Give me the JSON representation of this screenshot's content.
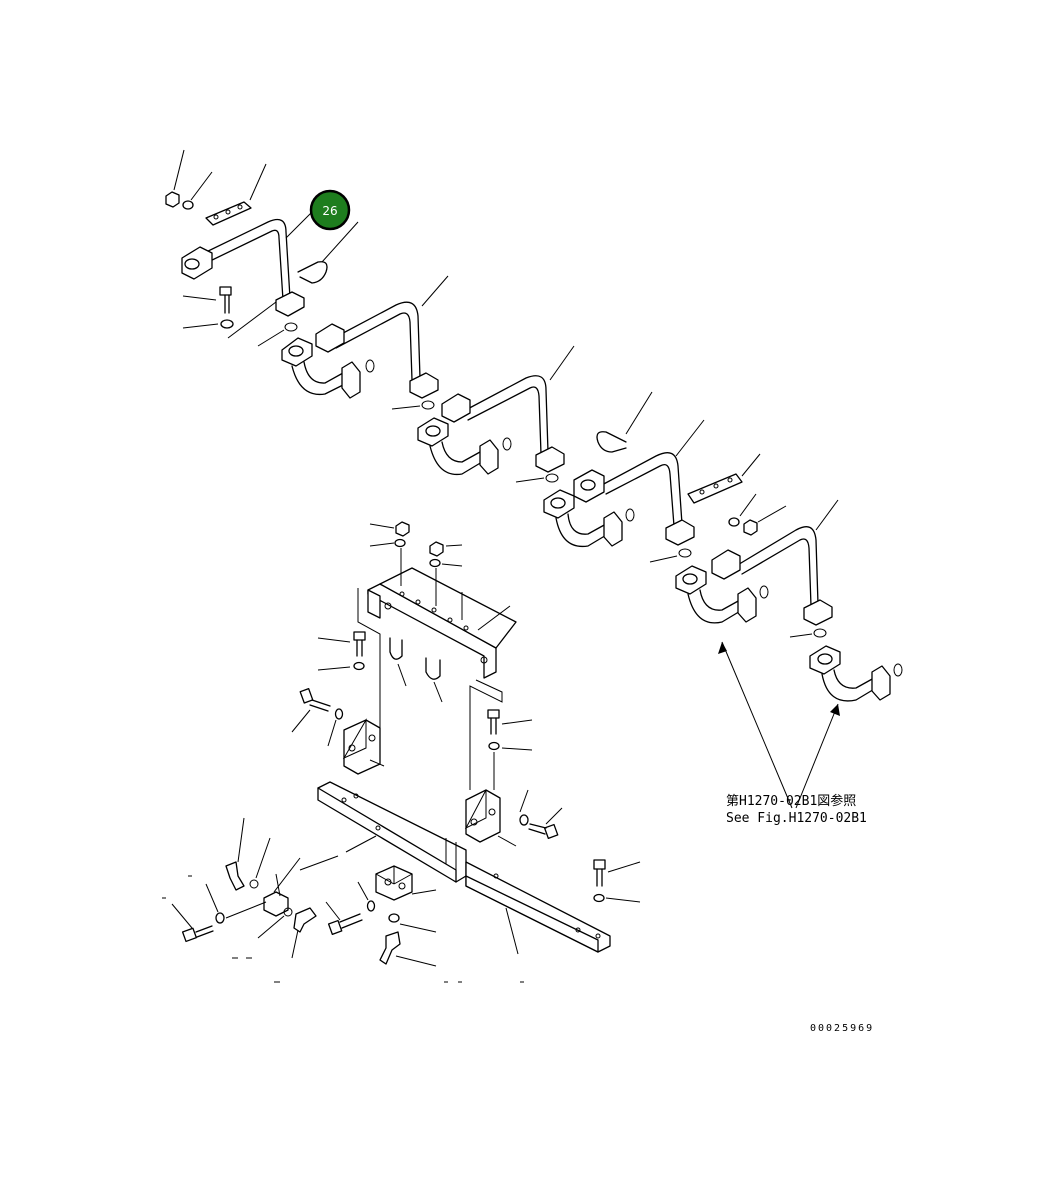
{
  "callout": {
    "label": "26",
    "color": "#1e7d1e"
  },
  "reference": {
    "line1": "第H1270-02B1図参照",
    "line2": "See Fig.H1270-02B1"
  },
  "drawing_code": "00025969"
}
